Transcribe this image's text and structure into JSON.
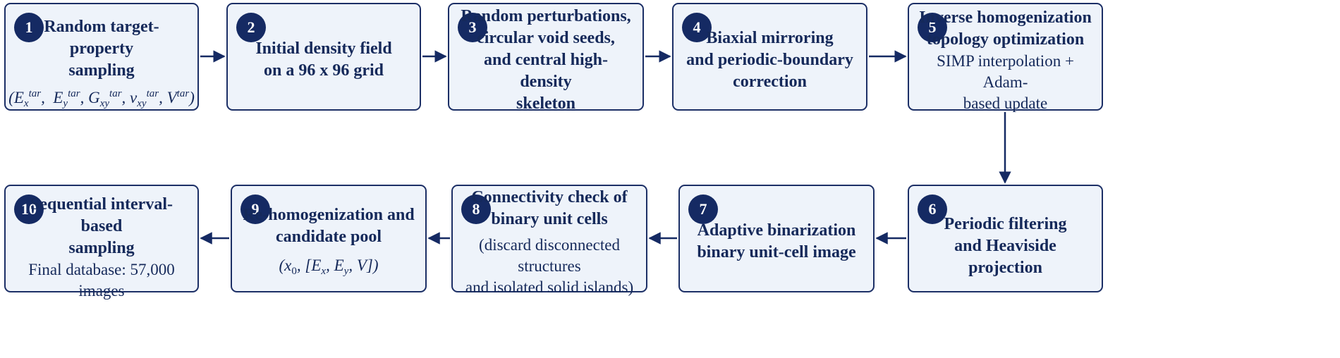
{
  "steps": [
    {
      "num": "1",
      "title_lines": [
        "Random target-property",
        "sampling"
      ],
      "formula": "(E_x^tar, E_y^tar, G_xy^tar, ν_xy^tar, V^tar)"
    },
    {
      "num": "2",
      "title_lines": [
        "Initial density field",
        "on a 96 x 96 grid"
      ]
    },
    {
      "num": "3",
      "title_lines": [
        "Random perturbations,",
        "circular void seeds,",
        "and central high-density",
        "skeleton"
      ]
    },
    {
      "num": "4",
      "title_lines": [
        "Biaxial mirroring",
        "and periodic-boundary",
        "correction"
      ]
    },
    {
      "num": "5",
      "title_lines": [
        "Inverse homogenization",
        "topology optimization"
      ],
      "note_lines": [
        "SIMP interpolation + Adam-",
        "based update"
      ]
    },
    {
      "num": "6",
      "title_lines": [
        "Periodic filtering",
        "and Heaviside projection"
      ]
    },
    {
      "num": "7",
      "title_lines": [
        "Adaptive binarization",
        "binary unit-cell image"
      ]
    },
    {
      "num": "8",
      "title_lines": [
        "Connectivity check of",
        "binary unit cells"
      ],
      "note_lines": [
        "(discard disconnected structures",
        "and isolated solid islands)"
      ]
    },
    {
      "num": "9",
      "title_lines": [
        "Re-homogenization and",
        "candidate pool"
      ],
      "formula": "(x_0, [E_x, E_y, V])"
    },
    {
      "num": "10",
      "title_lines": [
        "Sequential interval-based",
        "sampling"
      ],
      "note_lines": [
        "Final database: 57,000 images"
      ]
    }
  ],
  "colors": {
    "box_fill": "#eef3fa",
    "box_border": "#1c2f66",
    "badge": "#152a63",
    "text": "#15295a",
    "arrow": "#152a63"
  }
}
